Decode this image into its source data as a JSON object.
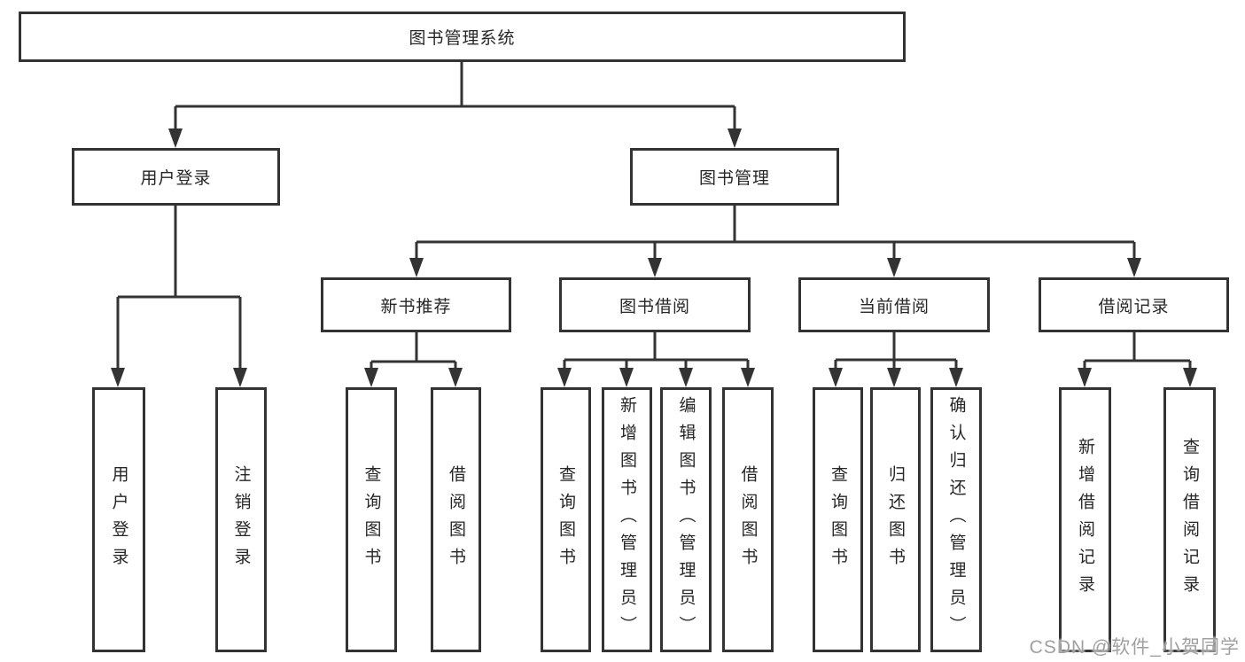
{
  "tree": {
    "root": "图书管理系统",
    "branches": [
      {
        "label": "用户登录",
        "children": [
          {
            "label": "用户登录"
          },
          {
            "label": "注销登录"
          }
        ]
      },
      {
        "label": "图书管理",
        "children": [
          {
            "label": "新书推荐",
            "children": [
              {
                "label": "查询图书"
              },
              {
                "label": "借阅图书"
              }
            ]
          },
          {
            "label": "图书借阅",
            "children": [
              {
                "label": "查询图书"
              },
              {
                "label": "新增图书（管理员）"
              },
              {
                "label": "编辑图书（管理员）"
              },
              {
                "label": "借阅图书"
              }
            ]
          },
          {
            "label": "当前借阅",
            "children": [
              {
                "label": "查询图书"
              },
              {
                "label": "归还图书"
              },
              {
                "label": "确认归还（管理员）"
              }
            ]
          },
          {
            "label": "借阅记录",
            "children": [
              {
                "label": "新增借阅记录"
              },
              {
                "label": "查询借阅记录"
              }
            ]
          }
        ]
      }
    ]
  },
  "watermark": {
    "text": "CSDN @软件_小贺同学"
  },
  "colors": {
    "line": "#333333",
    "box_border": "#333333",
    "text": "#262626",
    "watermark": "#a0a0a0"
  }
}
